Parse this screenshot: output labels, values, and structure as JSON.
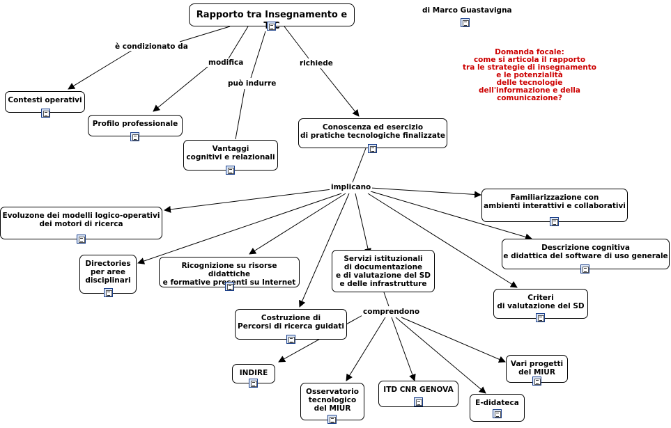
{
  "author": "di Marco Guastavigna",
  "focus_question": "Domanda focale:\ncome si articola il rapporto\ntra le strategie di insegnamento\ne le potenzialità\ndelle tecnologie\ndell'informazione e della comunicazione?",
  "colors": {
    "focus_text": "#cc0000",
    "icon_border": "#1a3f8a",
    "icon_fill": "#dbe6f7"
  },
  "concepts": {
    "main": "Rapporto tra Insegnamento e TIC",
    "contesti": "Contesti operativi",
    "profilo": "Profilo professionale",
    "vantaggi": "Vantaggi\ncognitivi e relazionali",
    "conoscenza": "Conoscenza ed esercizio\ndi pratiche tecnologiche finalizzate",
    "evoluzione": "Evoluzone dei  modelli logico-operativi\ndei motori di ricerca",
    "directories": "Directories\nper aree\ndisciplinari",
    "ricognizione": "Ricognizione su risorse didattiche\ne formative presenti su Internet",
    "servizi": "Servizi istituzionali\ndi documentazione\ne di valutazione del SD\ne delle infrastrutture",
    "familiarizzazione": "Familiarizzazione con\nambienti interattivi e collaborativi",
    "descrizione": "Descrizione cognitiva\ne didattica del software di uso generale",
    "criteri": "Criteri\ndi valutazione del SD",
    "costruzione": "Costruzione di\nPercorsi di ricerca guidati",
    "indire": "INDIRE",
    "osservatorio": "Osservatorio\ntecnologico\ndel MIUR",
    "itd": "ITD CNR GENOVA",
    "edidateca": "E-didateca",
    "progetti": "Vari progetti\ndel MIUR"
  },
  "link_phrases": {
    "condizionato": "è condizionato da",
    "modifica": "modifica",
    "indurre": "può indurre",
    "richiede": "richiede",
    "implicano": "implicano",
    "comprendono": "comprendono"
  }
}
